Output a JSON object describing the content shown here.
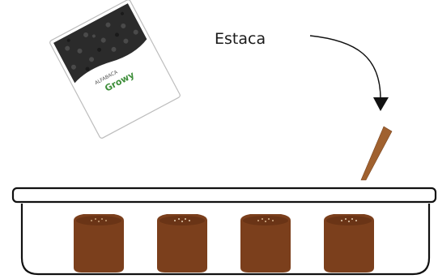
{
  "diagram": {
    "callout_label": "Estaca",
    "seed_packet": {
      "brand_text": "Growy",
      "small_text": "ALFABACA"
    },
    "pod_count": 4,
    "colors": {
      "soil": "#7b3f1c",
      "soil_dark": "#5e2e12",
      "stake": "#a0612f",
      "outline": "#111111",
      "packet_seeds": "#2b2b2b",
      "brand_green": "#3e8e3a"
    }
  }
}
